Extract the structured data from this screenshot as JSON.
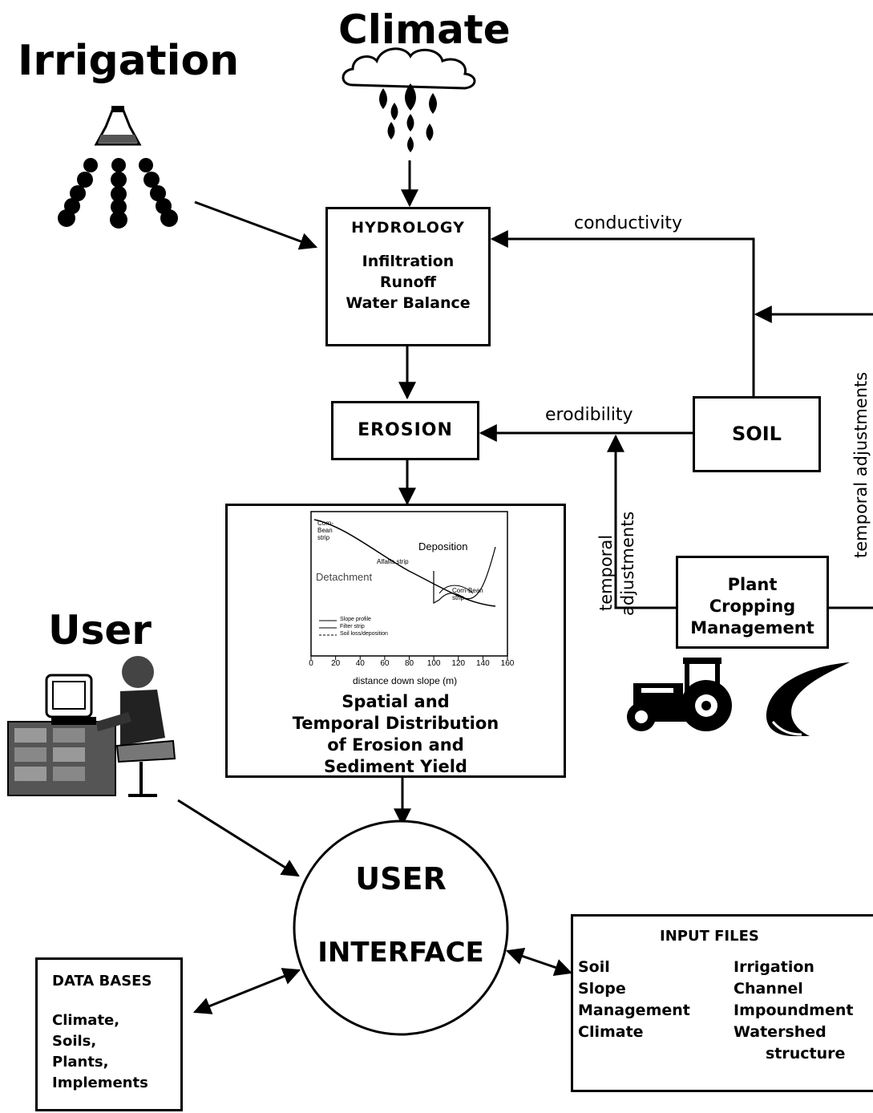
{
  "titles": {
    "irrigation": "Irrigation",
    "climate": "Climate",
    "user": "User"
  },
  "hydrology": {
    "heading": "HYDROLOGY",
    "line1": "Infiltration",
    "line2": "Runoff",
    "line3": "Water Balance"
  },
  "erosion": {
    "label": "EROSION"
  },
  "soil": {
    "label": "SOIL"
  },
  "plant": {
    "line1": "Plant",
    "line2": "Cropping",
    "line3": "Management"
  },
  "flow_labels": {
    "conductivity": "conductivity",
    "erodibility": "erodibility",
    "temporal1": "temporal",
    "adjustments1": "adjustments",
    "temporal_right": "temporal adjustments"
  },
  "distribution": {
    "caption1": "Spatial and",
    "caption2": "Temporal Distribution",
    "caption3": "of Erosion and",
    "caption4": "Sediment Yield",
    "plot_xlabel": "distance down slope (m)",
    "plot_ticks": [
      "0",
      "20",
      "40",
      "60",
      "80",
      "100",
      "120",
      "140",
      "160"
    ],
    "plot_labels": {
      "deposition": "Deposition",
      "detachment": "Detachment",
      "corn_bean_top": "Corn-Bean strip",
      "alfalfa": "Alfalfa strip",
      "corn_bean_bottom": "Corn-Bean strip"
    },
    "plot_legend": [
      "Slope profile",
      "Filter strip",
      "Soil loss/deposition"
    ]
  },
  "user_interface": {
    "line1": "USER",
    "line2": "INTERFACE"
  },
  "data_bases": {
    "heading": "DATA BASES",
    "items": [
      "Climate,",
      "Soils,",
      "Plants,",
      "Implements"
    ]
  },
  "input_files": {
    "heading": "INPUT FILES",
    "col1": [
      "Soil",
      "Slope",
      "Management",
      "Climate"
    ],
    "col2": [
      "Irrigation",
      "Channel",
      "Impoundment",
      "Watershed",
      "structure"
    ]
  },
  "colors": {
    "ink": "#000000",
    "paper": "#ffffff"
  },
  "icons": [
    "sprinkler-icon",
    "rain-cloud-icon",
    "computer-user-icon",
    "tractor-icon",
    "plow-icon"
  ]
}
